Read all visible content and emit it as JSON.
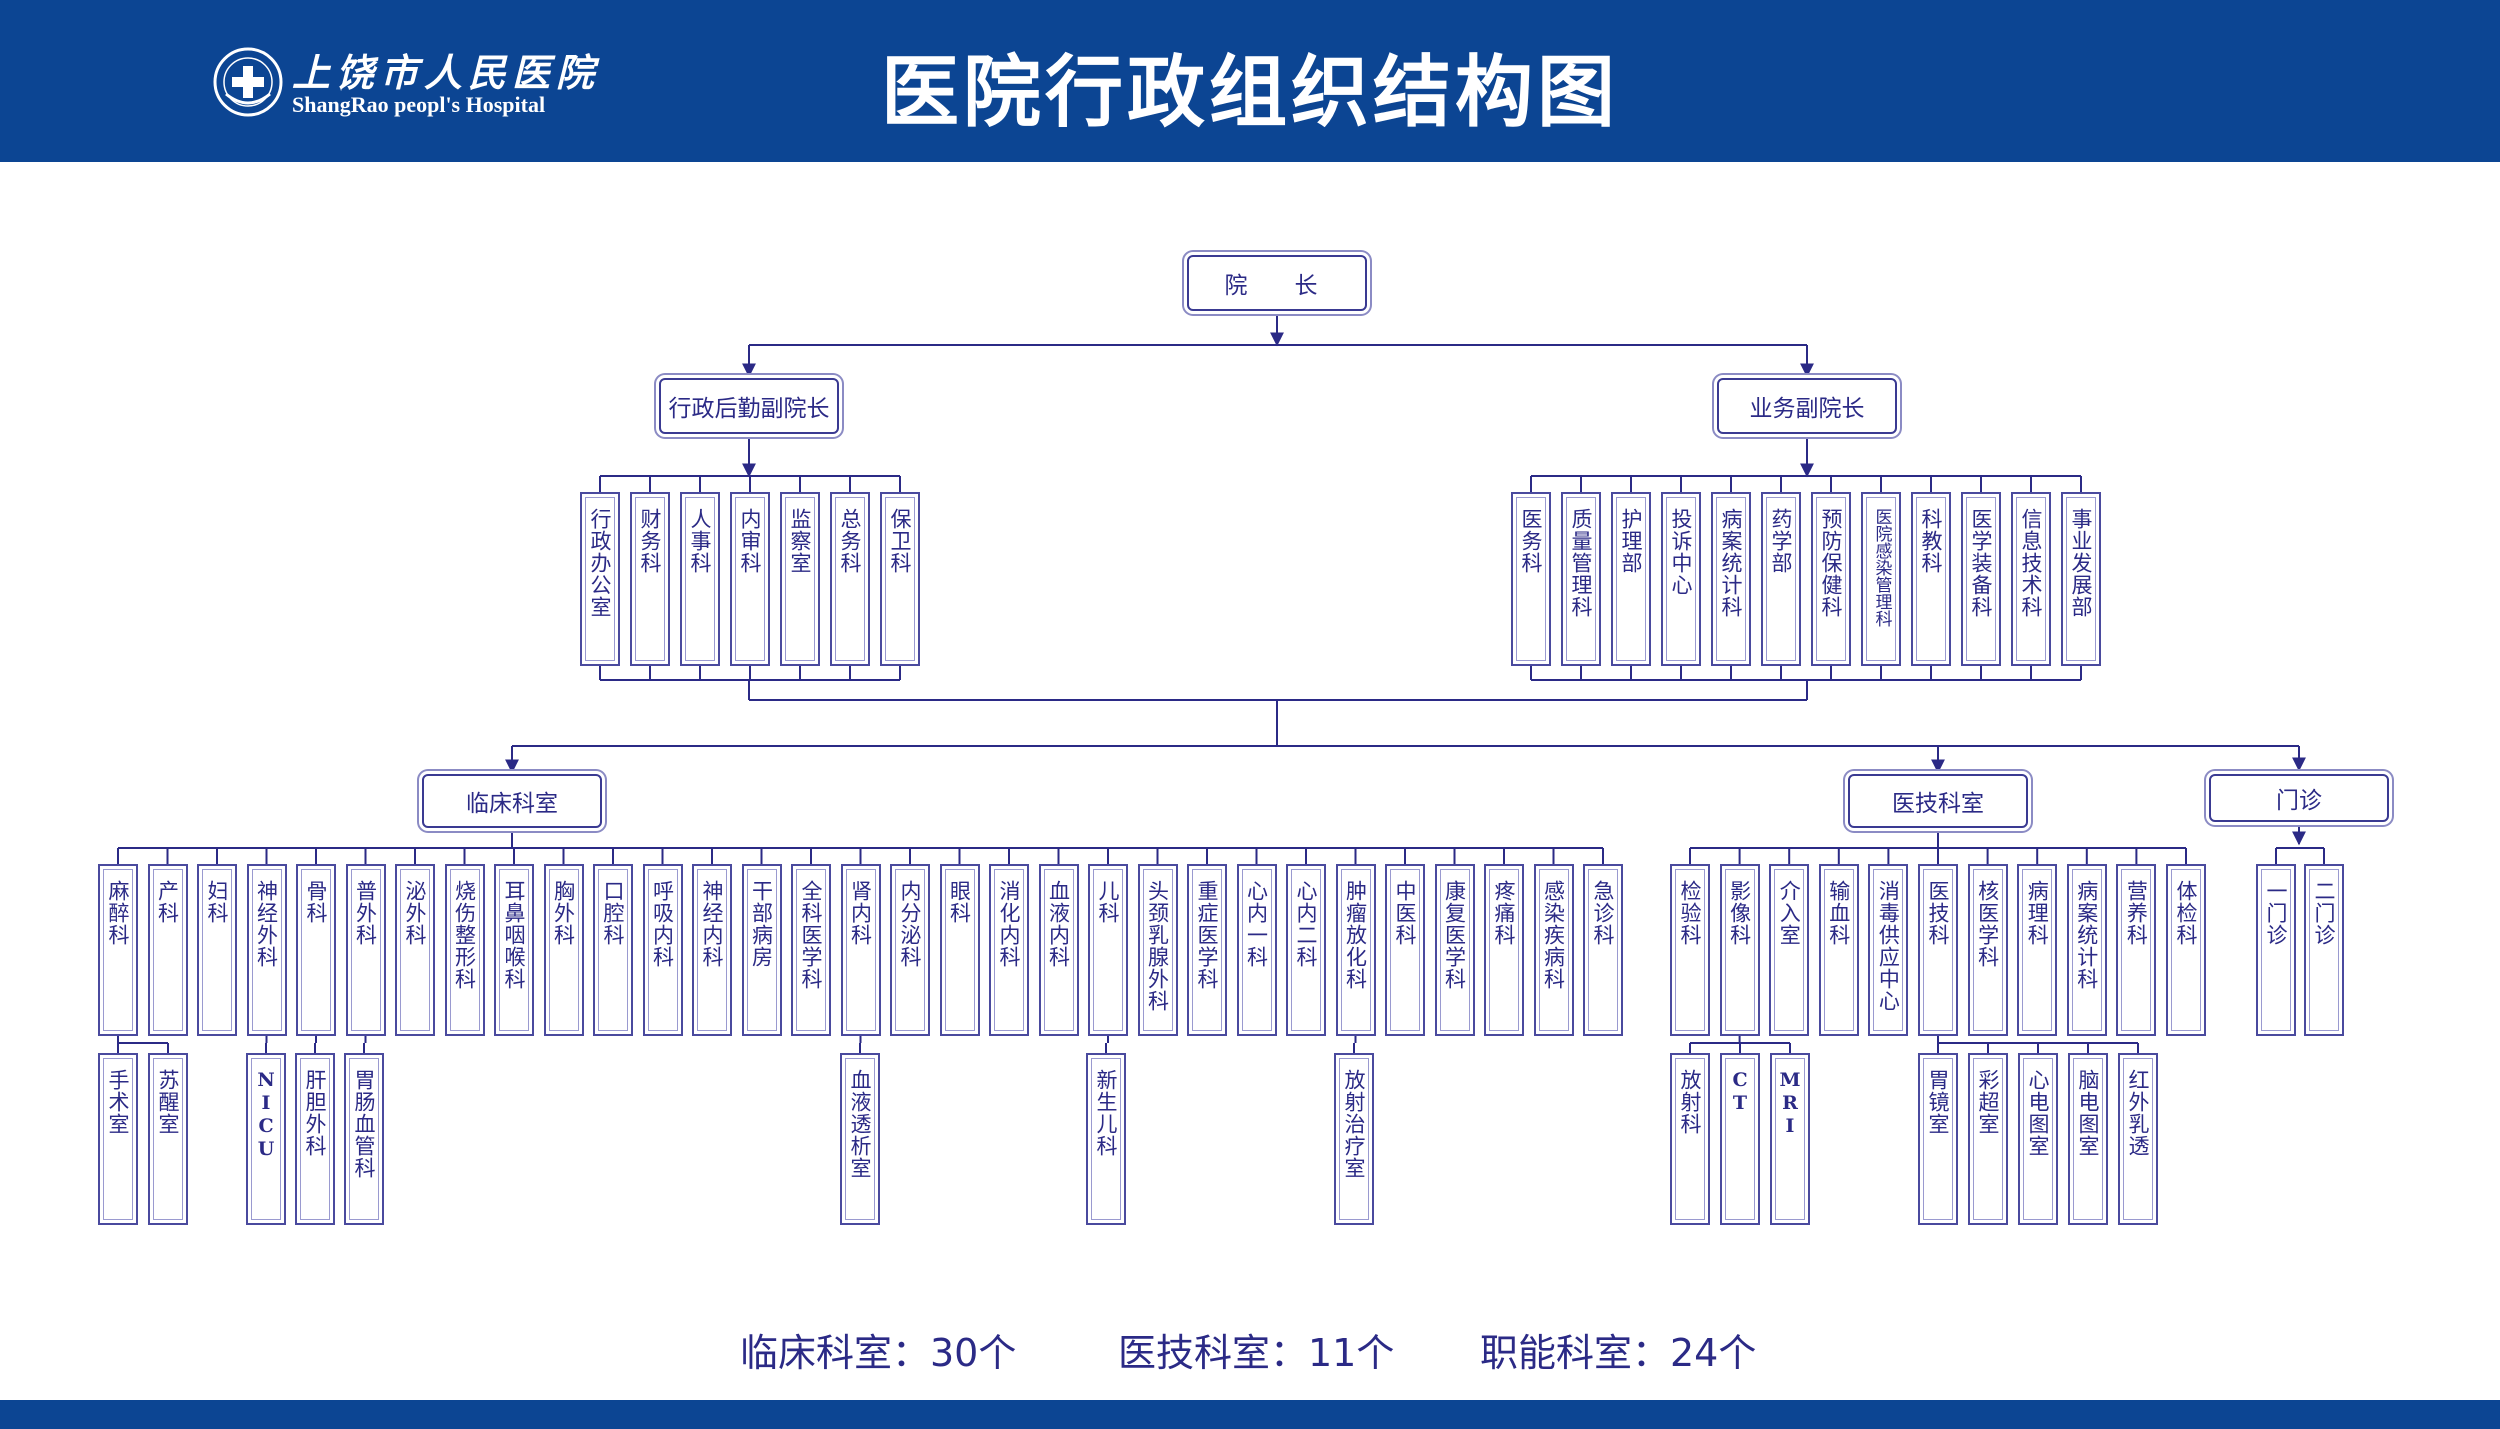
{
  "header": {
    "logo_cn": "上饶市人民医院",
    "logo_en": "ShangRao peopl's Hospital",
    "title": "医院行政组织结构图"
  },
  "chart": {
    "president": "院　长",
    "vp_admin": "行政后勤副院长",
    "vp_business": "业务副院长",
    "admin_depts": [
      "行政办公室",
      "财务科",
      "人事科",
      "内审科",
      "监察室",
      "总务科",
      "保卫科"
    ],
    "business_depts": [
      "医务科",
      "质量管理科",
      "护理部",
      "投诉中心",
      "病案统计科",
      "药学部",
      "预防保健科",
      "医院感染管理科",
      "科教科",
      "医学装备科",
      "信息技术科",
      "事业发展部"
    ],
    "clinical_label": "临床科室",
    "medtech_label": "医技科室",
    "outpatient_label": "门诊",
    "clinical_depts": [
      "麻醉科",
      "产科",
      "妇科",
      "神经外科",
      "骨科",
      "普外科",
      "泌外科",
      "烧伤整形科",
      "耳鼻咽喉科",
      "胸外科",
      "口腔科",
      "呼吸内科",
      "神经内科",
      "干部病房",
      "全科医学科",
      "肾内科",
      "内分泌科",
      "眼科",
      "消化内科",
      "血液内科",
      "儿科",
      "头颈乳腺外科",
      "重症医学科",
      "心内一科",
      "心内二科",
      "肿瘤放化科",
      "中医科",
      "康复医学科",
      "疼痛科",
      "感染疾病科",
      "急诊科"
    ],
    "clinical_subs": [
      {
        "parent": 0,
        "label": "手术室"
      },
      {
        "parent": 0,
        "label": "苏醒室"
      },
      {
        "parent": 3,
        "label": "NICU"
      },
      {
        "parent": 4,
        "label": "肝胆外科"
      },
      {
        "parent": 5,
        "label": "胃肠血管科"
      },
      {
        "parent": 15,
        "label": "血液透析室"
      },
      {
        "parent": 20,
        "label": "新生儿科"
      },
      {
        "parent": 25,
        "label": "放射治疗室"
      }
    ],
    "medtech_depts": [
      "检验科",
      "影像科",
      "介入室",
      "输血科",
      "消毒供应中心",
      "医技科",
      "核医学科",
      "病理科",
      "病案统计科",
      "营养科",
      "体检科"
    ],
    "medtech_subs": [
      {
        "parent": 1,
        "label": "放射科"
      },
      {
        "parent": 1,
        "label": "CT"
      },
      {
        "parent": 1,
        "label": "MRI"
      },
      {
        "parent": 5,
        "label": "胃镜室"
      },
      {
        "parent": 5,
        "label": "彩超室"
      },
      {
        "parent": 5,
        "label": "心电图室"
      },
      {
        "parent": 5,
        "label": "脑电图室"
      },
      {
        "parent": 5,
        "label": "红外乳透"
      }
    ],
    "outpatient_depts": [
      "一门诊",
      "二门诊"
    ]
  },
  "summary": {
    "clinical": "临床科室：30个",
    "medtech": "医技科室：11个",
    "functional": "职能科室：24个"
  },
  "colors": {
    "brand_blue": "#0c4593",
    "line": "#2b2a86"
  }
}
